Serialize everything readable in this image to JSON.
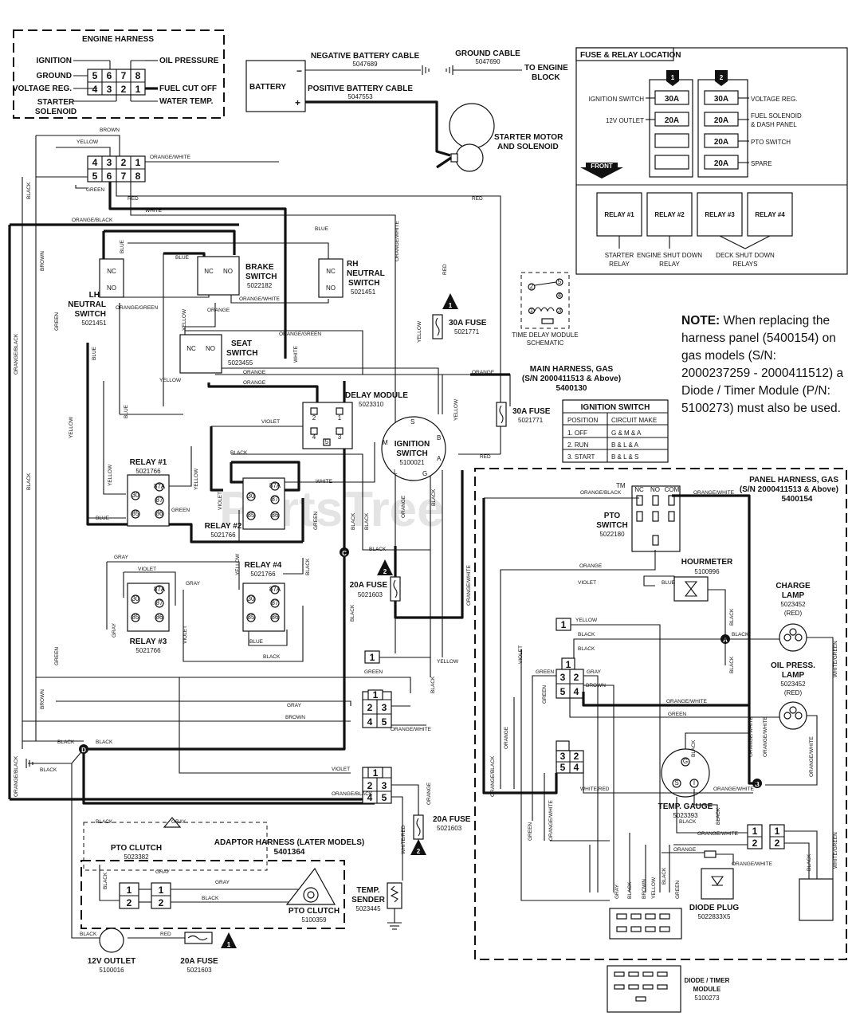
{
  "engine_harness": {
    "title": "ENGINE HARNESS",
    "ignition": "IGNITION",
    "ground": "GROUND",
    "voltage_reg": "VOLTAGE REG.",
    "starter_solenoid_1": "STARTER",
    "starter_solenoid_2": "SOLENOID",
    "oil_pressure": "OIL PRESSURE",
    "fuel_cut_off": "FUEL CUT OFF",
    "water_temp": "WATER TEMP.",
    "pins_top": [
      "5",
      "6",
      "7",
      "8"
    ],
    "pins_bottom": [
      "4",
      "3",
      "2",
      "1"
    ]
  },
  "battery": {
    "label": "BATTERY",
    "neg": "−",
    "pos": "+",
    "neg_cable": "NEGATIVE BATTERY CABLE",
    "neg_cable_pn": "5047689",
    "pos_cable": "POSITIVE BATTERY CABLE",
    "pos_cable_pn": "5047553",
    "ground_cable": "GROUND CABLE",
    "ground_cable_pn": "5047690",
    "to_engine_1": "TO ENGINE",
    "to_engine_2": "BLOCK"
  },
  "starter": {
    "line1": "STARTER MOTOR",
    "line2": "AND SOLENOID"
  },
  "fuse_relay": {
    "title": "FUSE & RELAY LOCATION",
    "block1_num": "1",
    "block2_num": "2",
    "fuse1_a": "30A",
    "fuse1_b": "20A",
    "fuse2_a": "30A",
    "fuse2_b": "20A",
    "fuse2_c": "20A",
    "fuse2_d": "20A",
    "ign_switch": "IGNITION SWITCH",
    "outlet_12v": "12V OUTLET",
    "voltage_reg": "VOLTAGE REG.",
    "fuel_sol_1": "FUEL SOLENOID",
    "fuel_sol_2": "& DASH PANEL",
    "pto_switch": "PTO SWITCH",
    "spare": "SPARE",
    "front": "FRONT",
    "relays": [
      "RELAY #1",
      "RELAY #2",
      "RELAY #3",
      "RELAY #4"
    ],
    "starter_relay_1": "STARTER",
    "starter_relay_2": "RELAY",
    "engine_shut_1": "ENGINE SHUT DOWN",
    "engine_shut_2": "RELAY",
    "deck_shut_1": "DECK SHUT DOWN",
    "deck_shut_2": "RELAYS"
  },
  "note": {
    "bold": "NOTE:",
    "text": " When replacing the harness panel (5400154) on gas models (S/N: 2000237259 - 2000411512) a Diode / Timer Module (P/N: 5100273) must also be used."
  },
  "ignition_table": {
    "title": "IGNITION SWITCH",
    "headers": [
      "POSITION",
      "CIRCUIT MAKE"
    ],
    "rows": [
      [
        "1. OFF",
        "G & M & A"
      ],
      [
        "2. RUN",
        "B & L & A"
      ],
      [
        "3. START",
        "B & L & S"
      ]
    ]
  },
  "main_harness": {
    "l1": "MAIN HARNESS, GAS",
    "l2": "(S/N 2000411513 & Above)",
    "l3": "5400130"
  },
  "panel_harness": {
    "l1": "PANEL HARNESS, GAS",
    "l2": "(S/N 2000411513 & Above)",
    "l3": "5400154"
  },
  "adaptor_harness": {
    "l1": "ADAPTOR HARNESS (LATER MODELS)",
    "l2": "5401364"
  },
  "components": {
    "lh_neutral": [
      "LH",
      "NEUTRAL",
      "SWITCH",
      "5021451"
    ],
    "brake_switch": [
      "BRAKE",
      "SWITCH",
      "5022182"
    ],
    "rh_neutral": [
      "RH",
      "NEUTRAL",
      "SWITCH",
      "5021451"
    ],
    "seat_switch": [
      "SEAT",
      "SWITCH",
      "5023455"
    ],
    "delay_module": [
      "DELAY MODULE",
      "5023310"
    ],
    "ignition_switch": [
      "IGNITION",
      "SWITCH",
      "5100021"
    ],
    "relay1": [
      "RELAY #1",
      "5021766"
    ],
    "relay2": [
      "RELAY #2",
      "5021766"
    ],
    "relay3": [
      "RELAY #3",
      "5021766"
    ],
    "relay4": [
      "RELAY #4",
      "5021766"
    ],
    "fuse30_1": [
      "30A FUSE",
      "5021771"
    ],
    "fuse30_2": [
      "30A FUSE",
      "5021771"
    ],
    "fuse20_main": [
      "20A FUSE",
      "5021603"
    ],
    "fuse20_adapt": [
      "20A FUSE",
      "5021603"
    ],
    "fuse20_outlet": [
      "20A FUSE",
      "5021603"
    ],
    "time_delay": [
      "TIME DELAY MODULE",
      "SCHEMATIC"
    ],
    "pto_switch": [
      "PTO",
      "SWITCH",
      "5022180"
    ],
    "hourmeter": [
      "HOURMETER",
      "5100996"
    ],
    "charge_lamp": [
      "CHARGE",
      "LAMP",
      "5023452",
      "(RED)"
    ],
    "oil_lamp": [
      "OIL PRESS.",
      "LAMP",
      "5023452",
      "(RED)"
    ],
    "temp_gauge": [
      "TEMP. GAUGE",
      "5023393"
    ],
    "temp_sender": [
      "TEMP.",
      "SENDER",
      "5023445"
    ],
    "pto_clutch_top": [
      "PTO CLUTCH",
      "5023382"
    ],
    "pto_clutch_bottom": [
      "PTO CLUTCH",
      "5100359"
    ],
    "outlet_12v": [
      "12V OUTLET",
      "5100016"
    ],
    "diode_plug": [
      "DIODE PLUG",
      "5022833X5"
    ],
    "diode_timer": [
      "DIODE / TIMER",
      "MODULE",
      "5100273"
    ]
  },
  "wire_colors": {
    "brown": "BROWN",
    "yellow": "YELLOW",
    "orange_white": "ORANGE/WHITE",
    "green": "GREEN",
    "red": "RED",
    "white": "WHITE",
    "orange_black": "ORANGE/BLACK",
    "black": "BLACK",
    "blue": "BLUE",
    "orange_green": "ORANGE/GREEN",
    "orange": "ORANGE",
    "violet": "VIOLET",
    "gray": "GRAY",
    "white_red": "WHITE/RED",
    "white_green": "WHITE/GREEN"
  },
  "ignition_terminals": [
    "S",
    "B",
    "A",
    "G",
    "L",
    "M"
  ],
  "junctions": [
    "A",
    "B",
    "C",
    "D"
  ],
  "pin_numbers": [
    "1",
    "2",
    "3",
    "4",
    "5",
    "6",
    "7",
    "8"
  ],
  "relay_pins": [
    "30",
    "87",
    "87A",
    "85",
    "86"
  ],
  "pto_terms": [
    "NC",
    "NO",
    "COM"
  ],
  "gauge_terms": [
    "S",
    "I",
    "G"
  ],
  "delay_pins": [
    "1",
    "2",
    "3",
    "4",
    "5"
  ],
  "triangles": [
    "1",
    "2"
  ],
  "switch_terms": [
    "NC",
    "NO"
  ],
  "watermark": "PartsTree",
  "tm": "TM"
}
